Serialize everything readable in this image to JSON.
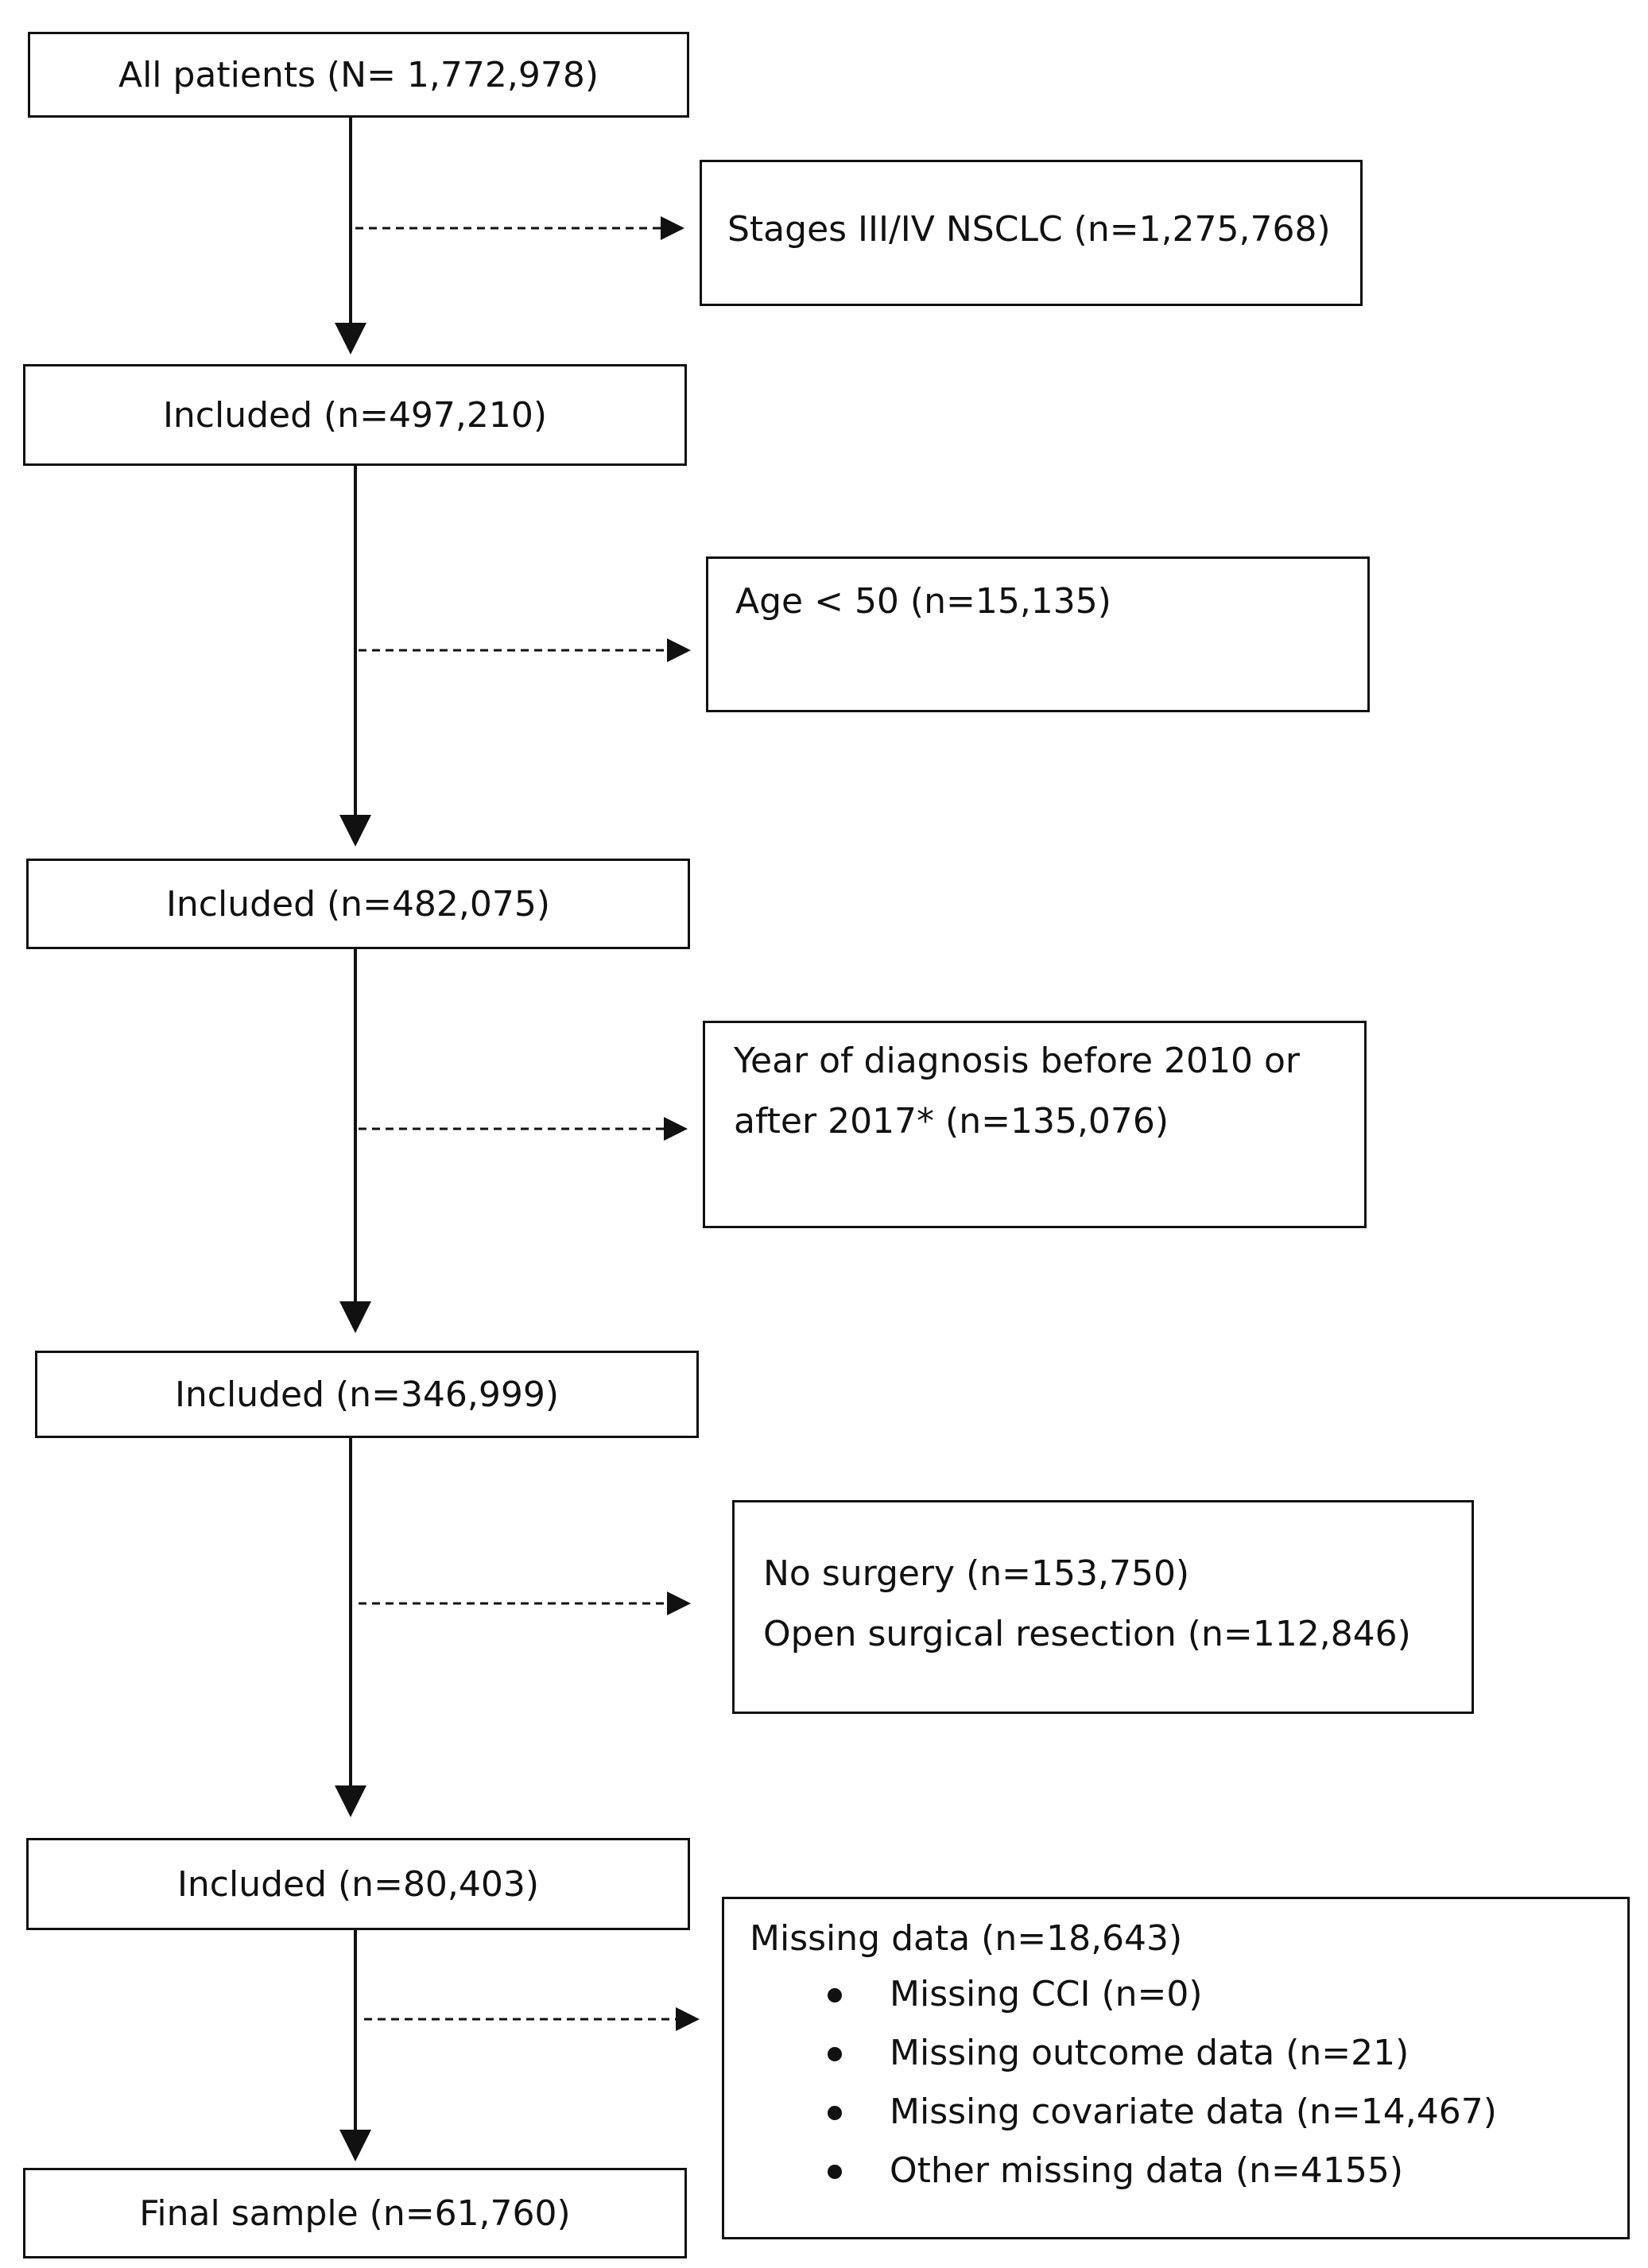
{
  "flow": {
    "all_patients": "All patients (N= 1,772,978)",
    "included_1": "Included (n=497,210)",
    "included_2": "Included (n=482,075)",
    "included_3": "Included (n=346,999)",
    "included_4": "Included (n=80,403)",
    "final_sample": "Final sample (n=61,760)"
  },
  "exclusions": {
    "stages": "Stages III/IV NSCLC (n=1,275,768)",
    "age": "Age < 50 (n=15,135)",
    "year_line1": "Year of diagnosis before 2010 or",
    "year_line2": "after 2017* (n=135,076)",
    "no_surgery": "No surgery (n=153,750)",
    "open_resection": "Open surgical resection (n=112,846)",
    "missing_title": "Missing data (n=18,643)",
    "missing_items": [
      "Missing CCI (n=0)",
      "Missing outcome data (n=21)",
      "Missing covariate data (n=14,467)",
      "Other missing data (n=4155)"
    ]
  }
}
